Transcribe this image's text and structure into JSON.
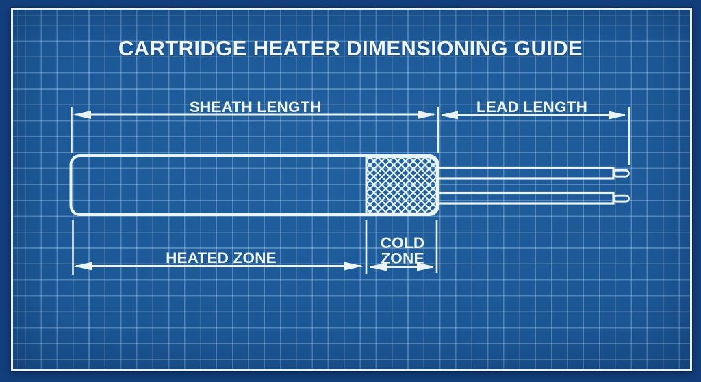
{
  "title": "CARTRIDGE HEATER DIMENSIONING GUIDE",
  "labels": {
    "sheath_length": "SHEATH LENGTH",
    "lead_length": "LEAD LENGTH",
    "heated_zone": "HEATED ZONE",
    "cold_zone_line1": "COLD",
    "cold_zone_line2": "ZONE"
  },
  "colors": {
    "margin_blue": "#123f7c",
    "field_blue": "#1c5795",
    "grid_line_blue": "#9cc3e6",
    "ink_white": "#e9f3fa"
  }
}
